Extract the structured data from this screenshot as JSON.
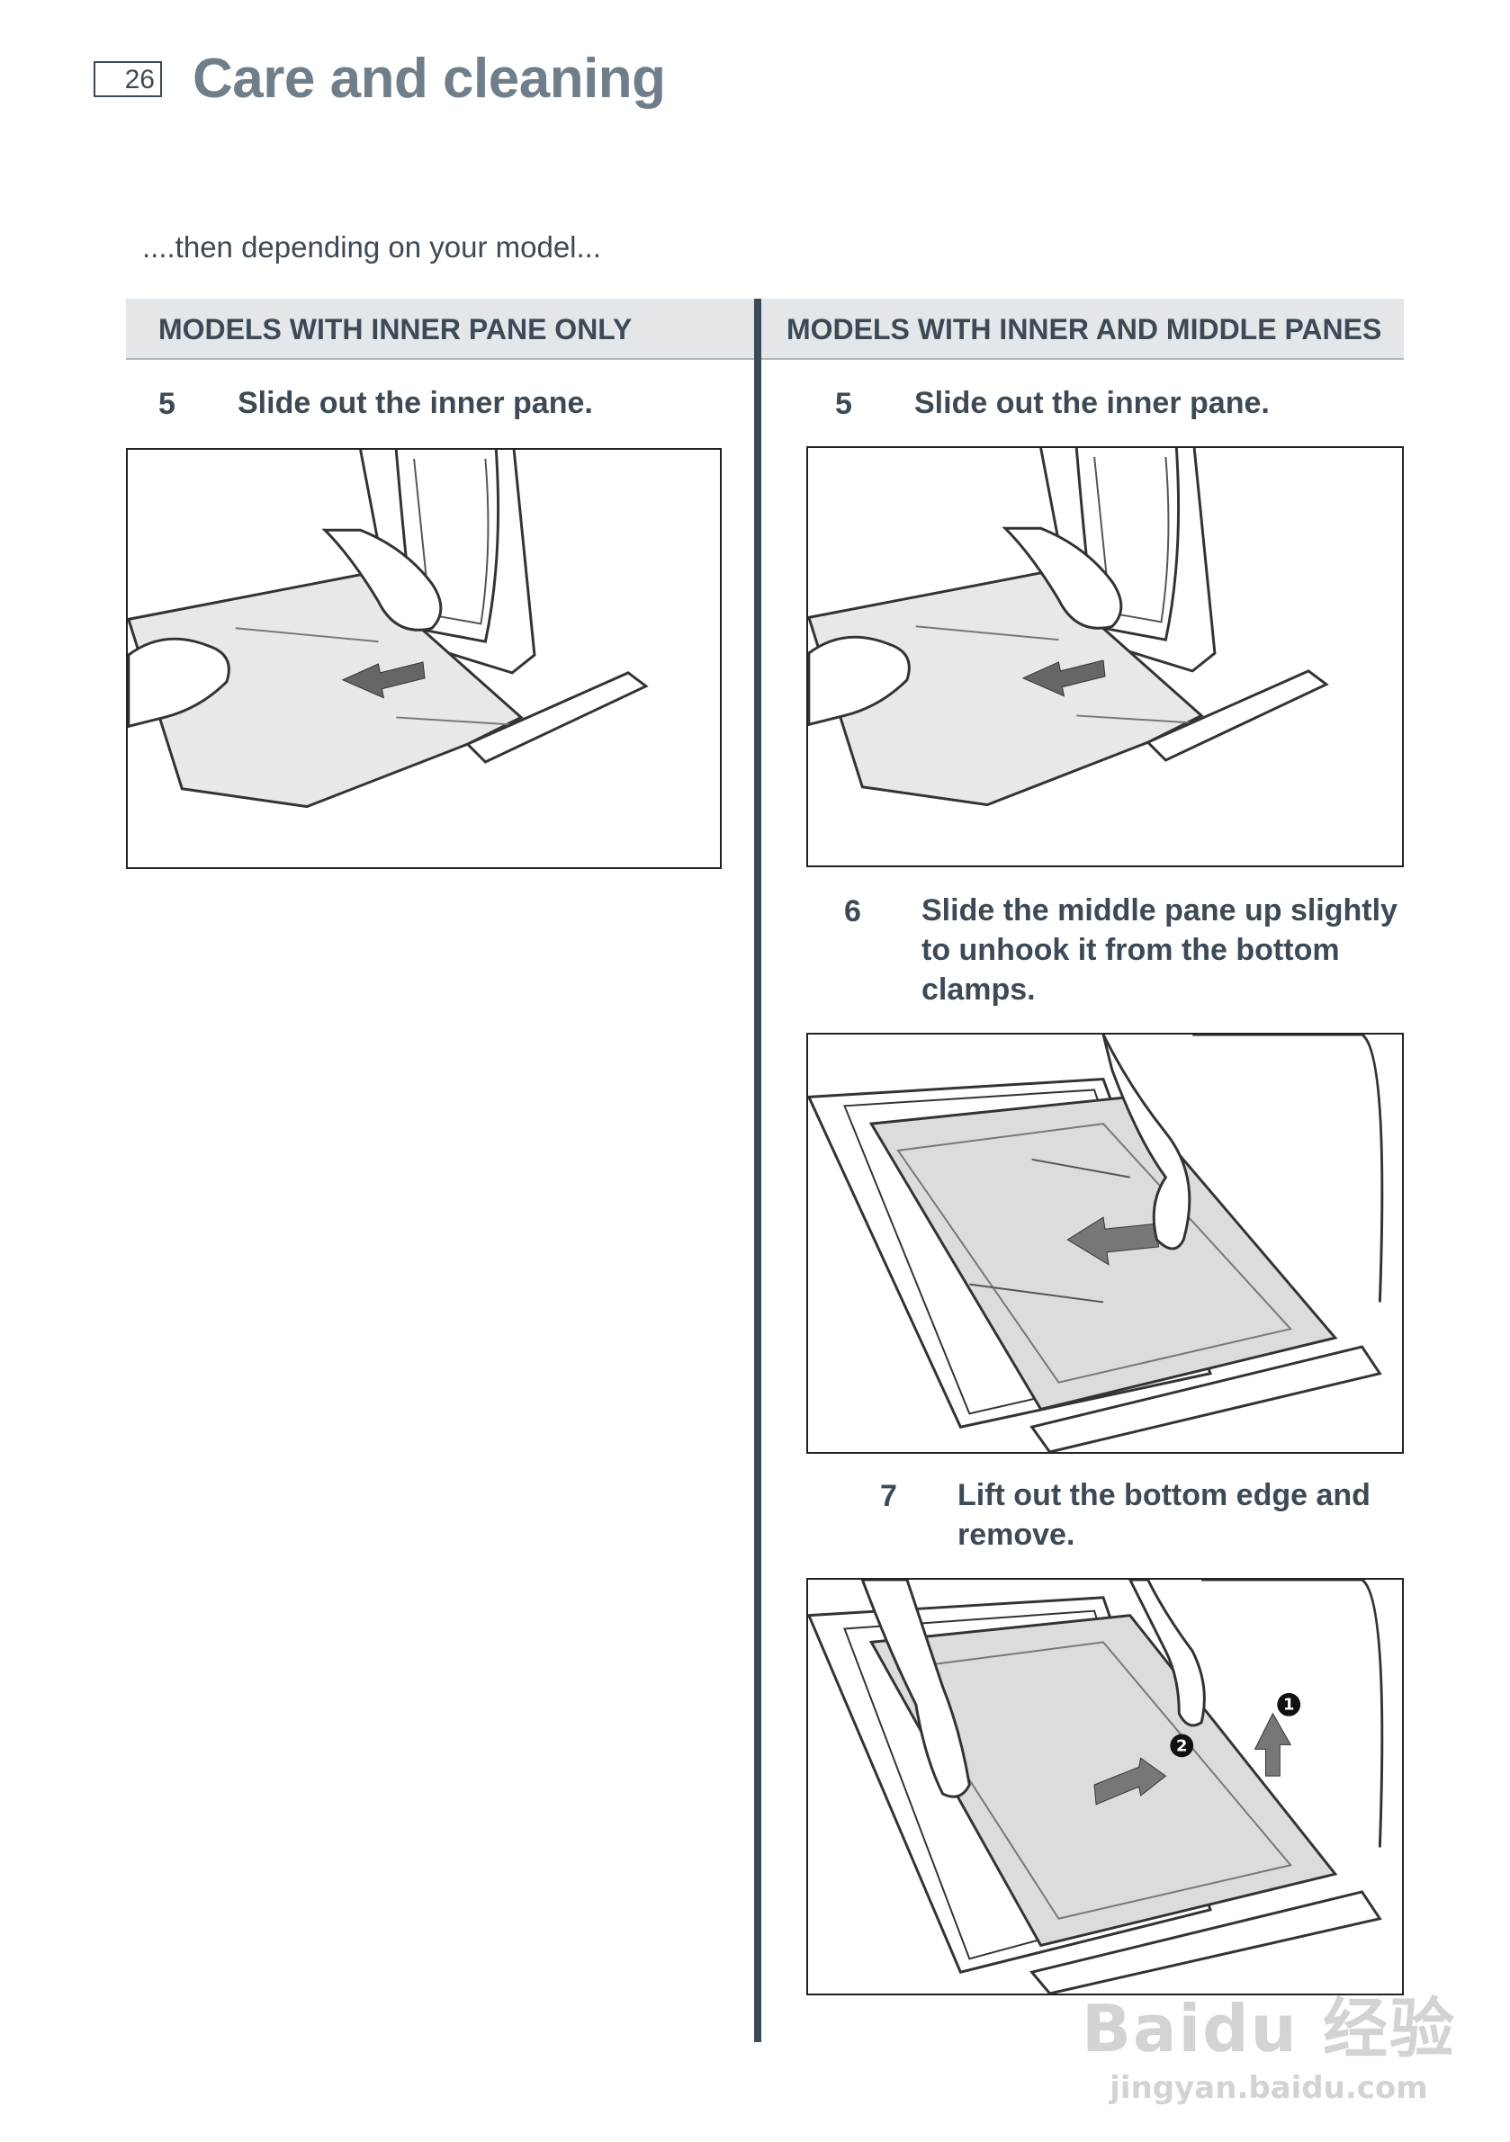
{
  "header": {
    "page_number": "26",
    "title": "Care and cleaning"
  },
  "intro": "....then depending on your model...",
  "columns": {
    "left_header": "MODELS WITH INNER PANE ONLY",
    "right_header": "MODELS WITH INNER AND MIDDLE PANES"
  },
  "left_steps": [
    {
      "number": "5",
      "text": "Slide out the inner pane."
    }
  ],
  "right_steps": [
    {
      "number": "5",
      "text": "Slide out the inner pane."
    },
    {
      "number": "6",
      "text_lines": [
        "Slide the middle pane up slightly",
        "to unhook it from the bottom",
        "clamps."
      ]
    },
    {
      "number": "7",
      "text_lines": [
        "Lift out the bottom edge and",
        "remove."
      ]
    }
  ],
  "figure_markers": {
    "first": "1",
    "second": "2"
  },
  "watermark": {
    "main": "Baidu 经验",
    "sub": "jingyan.baidu.com"
  }
}
